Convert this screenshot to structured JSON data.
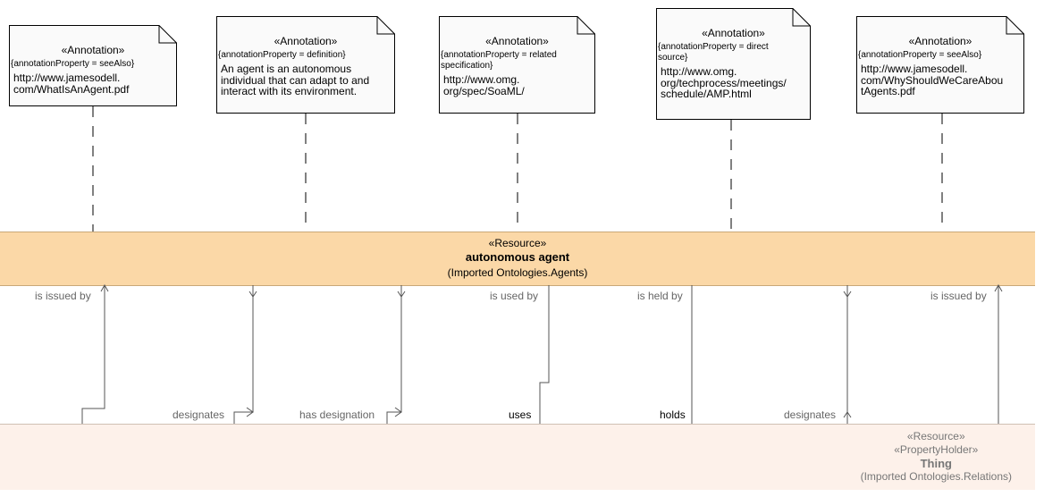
{
  "annotations": [
    {
      "stereotype": "«Annotation»",
      "property": "{annotationProperty = seeAlso}",
      "lines": [
        "http://www.jamesodell.",
        "com/WhatIsAnAgent.pdf"
      ]
    },
    {
      "stereotype": "«Annotation»",
      "property": "{annotationProperty = definition}",
      "lines": [
        "An agent is an autonomous",
        "individual that can adapt to and",
        "interact with its environment."
      ]
    },
    {
      "stereotype": "«Annotation»",
      "property_lines": [
        "{annotationProperty = related",
        "specification}"
      ],
      "lines": [
        "http://www.omg.",
        "org/spec/SoaML/"
      ]
    },
    {
      "stereotype": "«Annotation»",
      "property_lines": [
        "{annotationProperty = direct",
        "source}"
      ],
      "lines": [
        "http://www.omg.",
        "org/techprocess/meetings/",
        "schedule/AMP.html"
      ]
    },
    {
      "stereotype": "«Annotation»",
      "property": "{annotationProperty = seeAlso}",
      "lines": [
        "http://www.jamesodell.",
        "com/WhyShouldWeCareAbou",
        "tAgents.pdf"
      ]
    }
  ],
  "agent": {
    "stereotype": "«Resource»",
    "name": "autonomous agent",
    "package": "(Imported Ontologies.Agents)"
  },
  "thing": {
    "stereotype1": "«Resource»",
    "stereotype2": "«PropertyHolder»",
    "name": "Thing",
    "package": "(Imported Ontologies.Relations)"
  },
  "labels": {
    "is_issued_by_1": "is issued by",
    "designates_1": "designates",
    "has_designation": "has designation",
    "is_used_by": "is used by",
    "uses": "uses",
    "is_held_by": "is held by",
    "holds": "holds",
    "designates_2": "designates",
    "is_issued_by_2": "is issued by"
  }
}
